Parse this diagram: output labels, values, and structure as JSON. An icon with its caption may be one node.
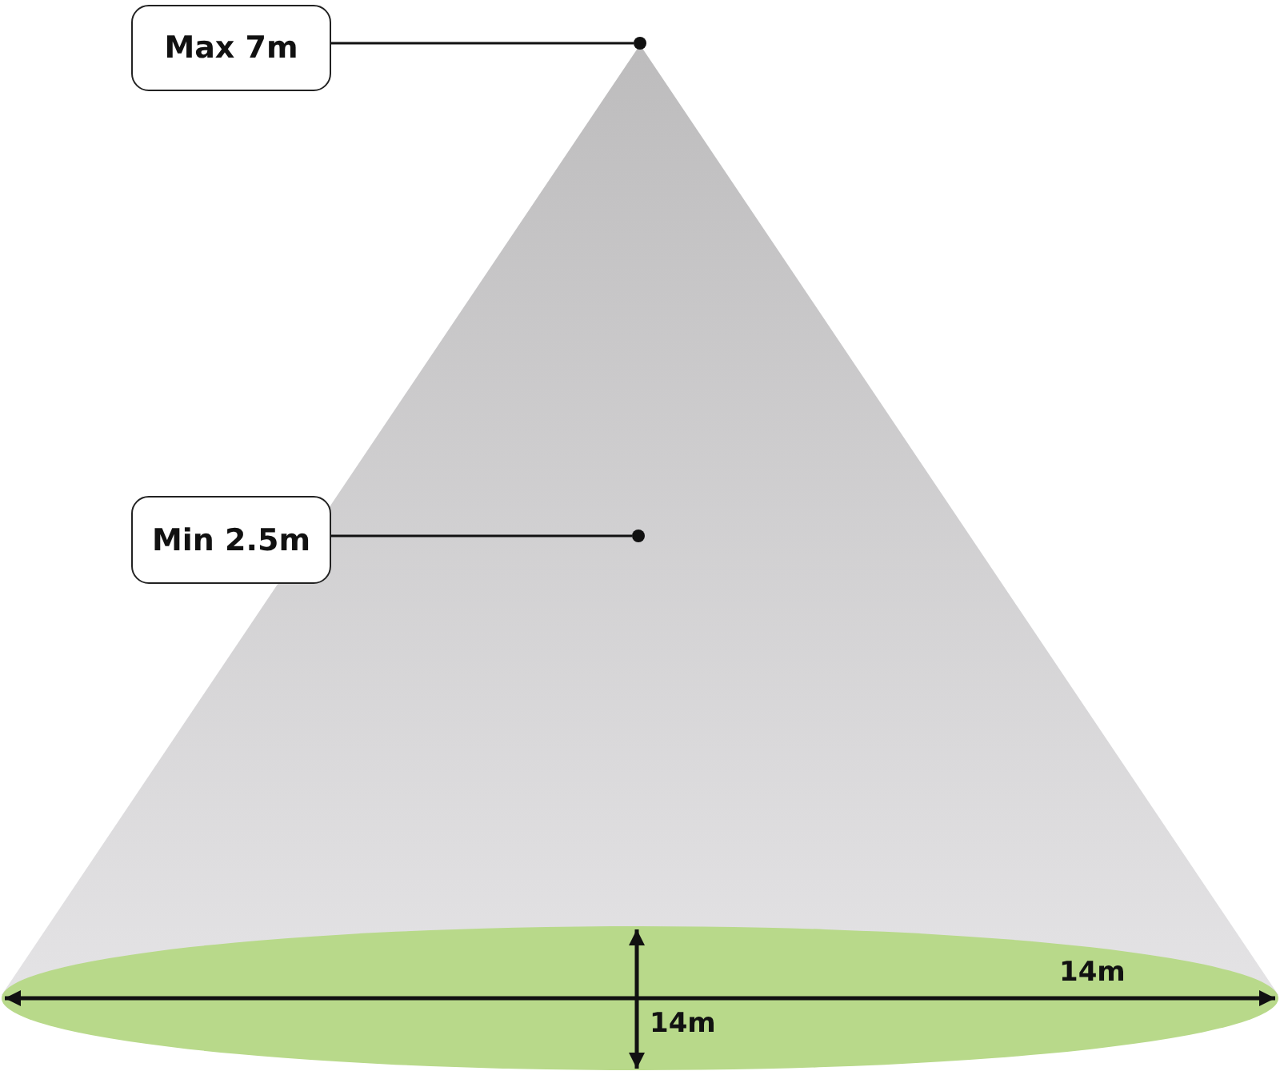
{
  "diagram": {
    "nodes": [
      {
        "text": [
          "Max 7m"
        ]
      },
      {
        "text": [
          "Min 2.5m"
        ]
      },
      {
        "text": [],
        "shape": "circle"
      },
      {
        "text": [],
        "shape": "circle"
      }
    ],
    "edges": [
      {
        "from": 0,
        "to": 2,
        "arrow": "none"
      },
      {
        "from": 1,
        "to": 3,
        "arrow": "none"
      }
    ],
    "labels": [
      "14m",
      "14m"
    ]
  }
}
